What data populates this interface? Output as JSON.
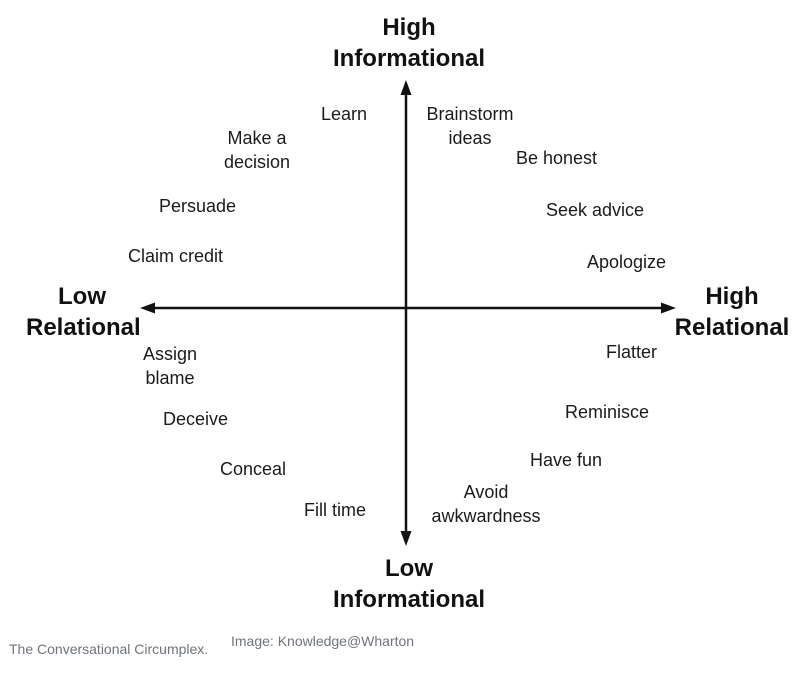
{
  "colors": {
    "axis": "#111111",
    "text": "#1b1b1b",
    "caption": "#6f747a"
  },
  "axes": {
    "top": [
      "High",
      "Informational"
    ],
    "bottom": [
      "Low",
      "Informational"
    ],
    "left": [
      "Low",
      "Relational"
    ],
    "right": [
      "High",
      "Relational"
    ]
  },
  "activities": {
    "learn": "Learn",
    "brainstorm": [
      "Brainstorm",
      "ideas"
    ],
    "make_decision": [
      "Make a",
      "decision"
    ],
    "be_honest": "Be honest",
    "persuade": "Persuade",
    "seek_advice": "Seek advice",
    "claim_credit": "Claim credit",
    "apologize": "Apologize",
    "assign_blame": [
      "Assign",
      "blame"
    ],
    "flatter": "Flatter",
    "deceive": "Deceive",
    "reminisce": "Reminisce",
    "have_fun": "Have fun",
    "conceal": "Conceal",
    "avoid_awkwardness": [
      "Avoid",
      "awkwardness"
    ],
    "fill_time": "Fill time"
  },
  "caption": {
    "text": "The Conversational Circumplex.",
    "credit": "Image: Knowledge@Wharton"
  }
}
